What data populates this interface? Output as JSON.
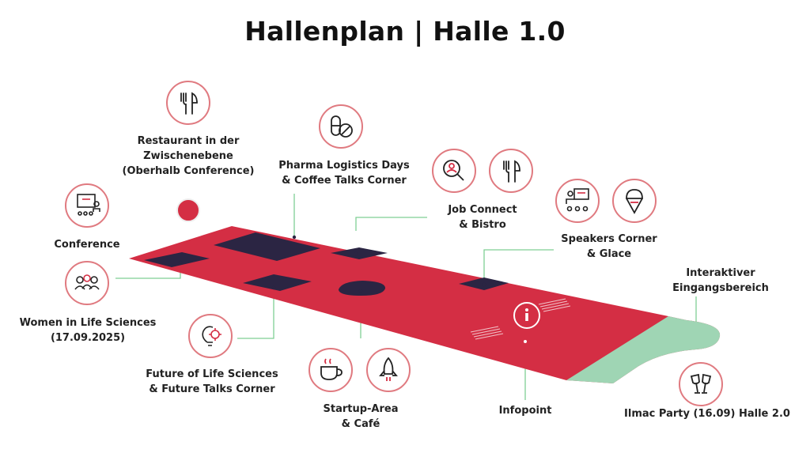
{
  "title": "Hallenplan | Halle 1.0",
  "colors": {
    "hall_floor": "#d42e44",
    "booth_area": "#2b2543",
    "entrance_area": "#9fd5b4",
    "icon_stroke": "#222222",
    "icon_border": "#e07a80",
    "leader_line": "#7fcf95"
  },
  "areas": {
    "restaurant": {
      "label": "Restaurant in der\nZwischenebene\n(Oberhalb Conference)",
      "icon": "fork-knife-icon"
    },
    "pharma": {
      "label": "Pharma Logistics Days\n& Coffee Talks Corner",
      "icon": "pill-icon"
    },
    "job_connect": {
      "label": "Job Connect\n& Bistro",
      "icons": [
        "job-search-icon",
        "fork-knife-icon"
      ]
    },
    "speakers": {
      "label": "Speakers Corner\n& Glace",
      "icons": [
        "presenter-icon",
        "ice-cream-icon"
      ]
    },
    "entrance": {
      "label": "Interaktiver\nEingangsbereich"
    },
    "conference": {
      "label": "Conference",
      "icon": "conference-icon"
    },
    "women": {
      "label": "Women in Life Sciences\n(17.09.2025)",
      "icon": "women-group-icon"
    },
    "future": {
      "label": "Future of Life Sciences\n& Future Talks Corner",
      "icon": "lightbulb-gear-icon"
    },
    "startup": {
      "label": "Startup-Area\n& Café",
      "icons": [
        "coffee-cup-icon",
        "rocket-icon"
      ]
    },
    "infopoint": {
      "label": "Infopoint",
      "icon": "info-icon"
    },
    "party": {
      "label": "Ilmac Party (16.09) Halle 2.0",
      "icon": "cheers-glasses-icon"
    }
  }
}
